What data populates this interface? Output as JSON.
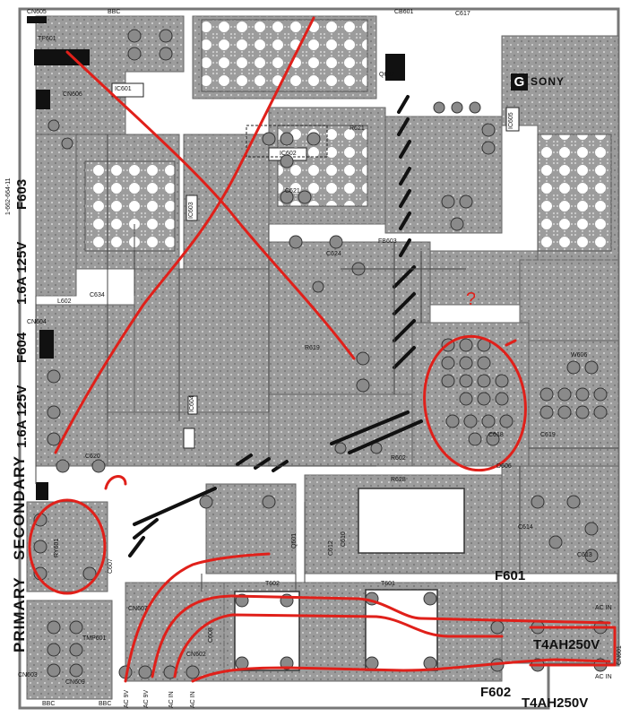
{
  "board": {
    "part_number": "1-662-664-11",
    "brand": "SONY",
    "brand_logo": "G"
  },
  "connectors": {
    "cn602": "CN602",
    "cn603": "CN603",
    "cn604": "CN604",
    "cn605": "CN605",
    "cn606": "CN606",
    "cn607": "CN607",
    "cn609": "CN609",
    "cn601": "CN601"
  },
  "fuses": {
    "f601_name": "F601",
    "f601_rating": "T4AH250V",
    "f602_name": "F602",
    "f602_rating": "T4AH250V",
    "f603_name": "F603",
    "f603_rating": "1.6A 125V",
    "f604_name": "F604",
    "f604_rating": "1.6A 125V"
  },
  "side_text": {
    "primary": "PRIMARY",
    "secondary": "SECONDARY"
  },
  "components": {
    "ic601": "IC601",
    "ic602": "IC602",
    "ic603": "IC603",
    "ic604": "IC604",
    "ic605": "IC605",
    "q601": "Q601",
    "q602": "Q602",
    "ry601": "RY601",
    "t601": "T601",
    "t602": "T602",
    "d606": "D606",
    "r602": "R602",
    "r628": "R628",
    "r619": "R619",
    "r621": "R621",
    "c607": "C607",
    "c608": "C608",
    "c610": "C610",
    "c612": "C612",
    "c613": "C613",
    "c614": "C614",
    "c617": "C617",
    "c618": "C618",
    "c619": "C619",
    "c620": "C620",
    "c621": "C621",
    "c624": "C624",
    "c634": "C634",
    "l602": "L602",
    "fb603": "FB603",
    "tp601": "TP601",
    "tmp601": "TMP601",
    "cb601": "CB601",
    "w606": "W606"
  },
  "terminals": {
    "ac_in": "AC IN",
    "ac_in_left": "AC IN",
    "ac_9v_1": "AC 9V",
    "ac_9v_2": "AC 9V",
    "ac_in_1": "AC IN",
    "ac_in_2": "AC IN",
    "bbc_1": "BBC",
    "bbc_2": "BBC",
    "bbc_3": "BBC"
  },
  "annotations": {
    "question_mark": "?",
    "marker_color": "#e0201a"
  },
  "colors": {
    "trace_fill": "#a9a9a9",
    "trace_dark": "#6e6e6e",
    "board_bg": "#ffffff",
    "ink": "#111111"
  }
}
